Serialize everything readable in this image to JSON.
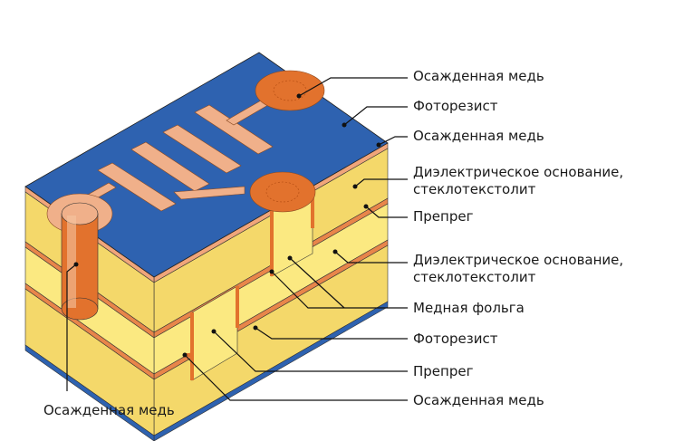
{
  "labels": {
    "deposited_copper_1": "Осажденная медь",
    "photoresist_1": "Фоторезист",
    "deposited_copper_2": "Осажденная медь",
    "dielectric_1_line1": "Диэлектрическое основание,",
    "dielectric_1_line2": "стеклотекстолит",
    "prepreg_1": "Препрег",
    "dielectric_2_line1": "Диэлектрическое основание,",
    "dielectric_2_line2": "стеклотекстолит",
    "copper_foil": "Медная фольга",
    "photoresist_2": "Фоторезист",
    "prepreg_2": "Препрег",
    "deposited_copper_3": "Осажденная медь",
    "deposited_copper_left": "Осажденная медь"
  },
  "colors": {
    "photoresist": "#2e62b0",
    "copper_trace": "#f0b08a",
    "deposited_copper": "#e2722d",
    "dielectric_yellow": "#f4d86a",
    "prepreg_yellow": "#fbe981",
    "foil": "#e8854a"
  }
}
